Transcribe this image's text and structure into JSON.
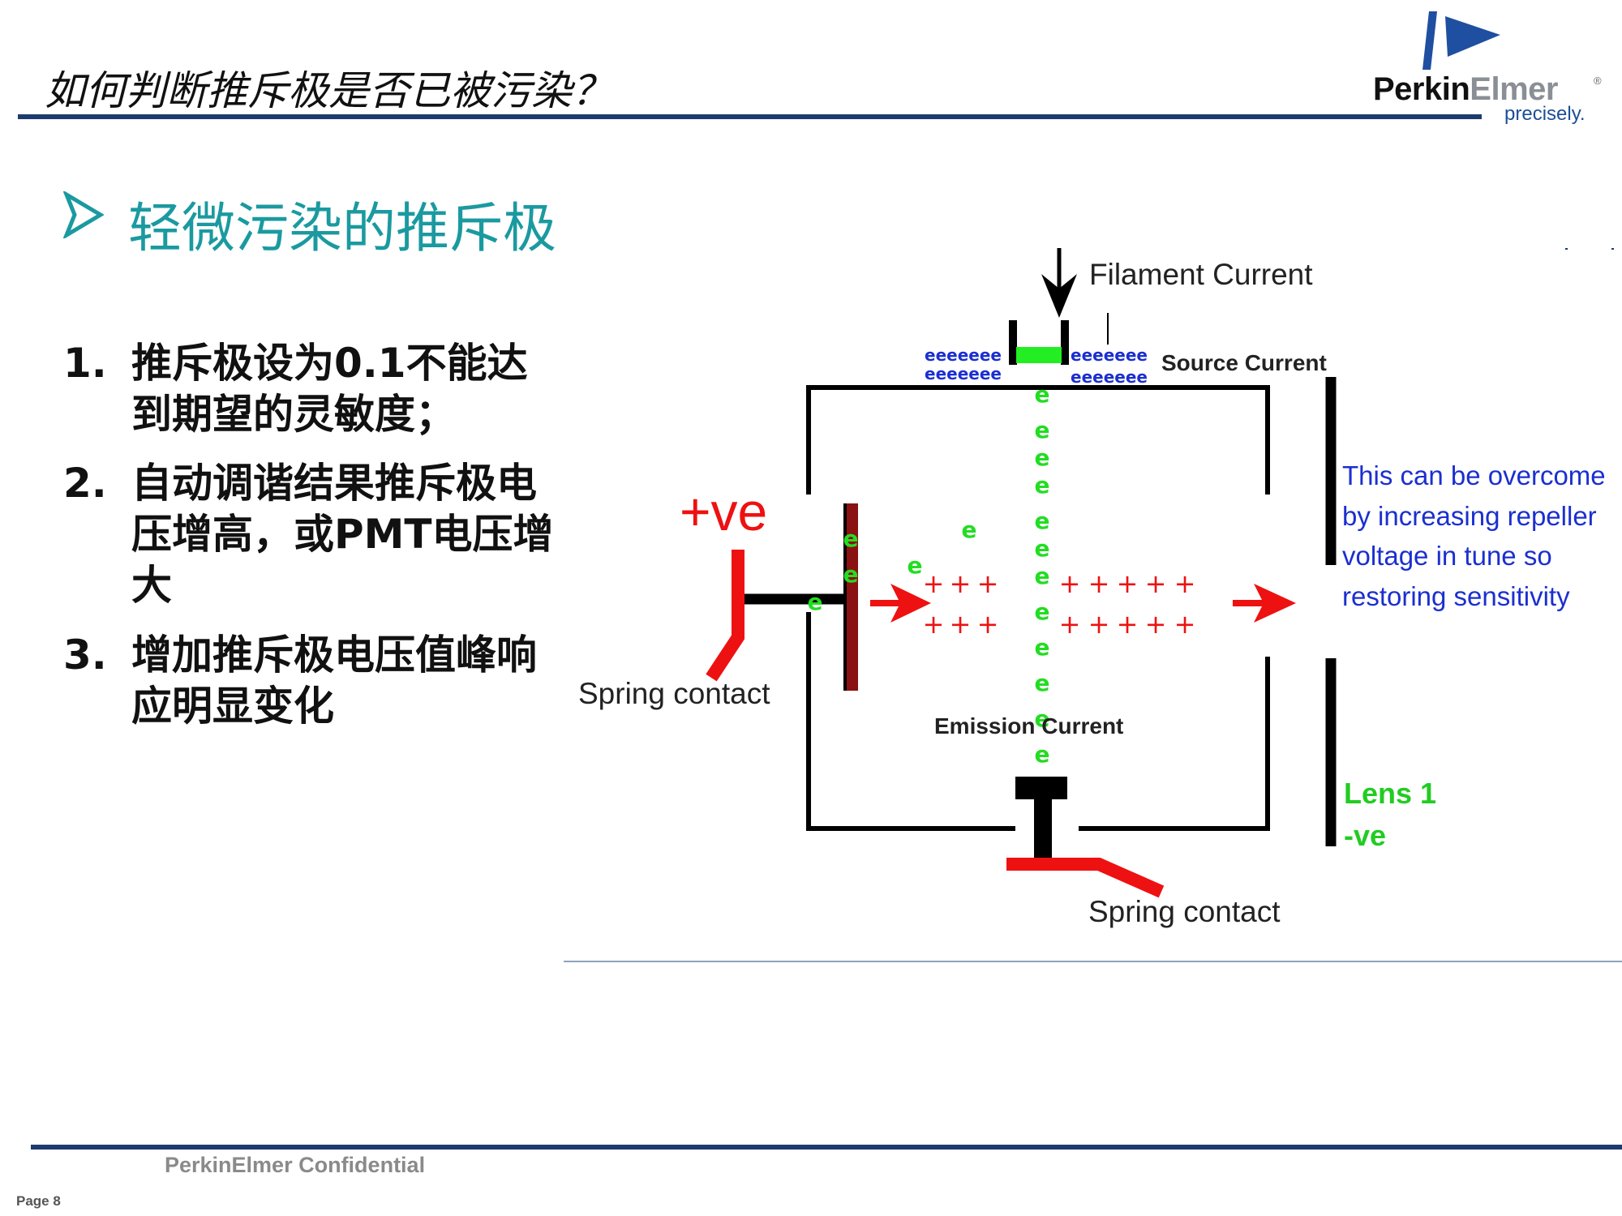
{
  "slide": {
    "title": "如何判断推斥极是否已被污染？",
    "section_heading": "轻微污染的推斥极",
    "steps": [
      {
        "number": "1.",
        "text": "推斥极设为0.1不能达到期望的灵敏度；"
      },
      {
        "number": "2.",
        "text": "自动调谐结果推斥极电压增高，或PMT电压增大"
      },
      {
        "number": "3.",
        "text": "增加推斥极电压值峰响应明显变化"
      }
    ]
  },
  "logo": {
    "brand_part1": "Perkin",
    "brand_part2": "Elmer",
    "registered": "®",
    "tagline": "precisely."
  },
  "diagram": {
    "filament_current": "Filament Current",
    "source_current": "Source Current",
    "emission_current": "Emission Current",
    "positive_label": "+ve",
    "spring_contact_left": "Spring contact",
    "spring_contact_bottom": "Spring contact",
    "note_lines": [
      "This can be overcome",
      "by increasing repeller",
      "voltage in tune so",
      "restoring sensitivity"
    ],
    "lens_label": "Lens 1",
    "lens_polarity": "-ve",
    "electron_symbol": "e",
    "electron_cloud": "eeeeeee",
    "ion_symbol": "+",
    "colors": {
      "electron": "#22dd22",
      "ion": "#ee1111",
      "source_electrons": "#1b2fd0",
      "contact": "#ee1111",
      "note": "#1b2fd0",
      "lens_label": "#22cc22"
    }
  },
  "footer": {
    "confidential": "PerkinElmer Confidential",
    "page": "Page 8"
  }
}
